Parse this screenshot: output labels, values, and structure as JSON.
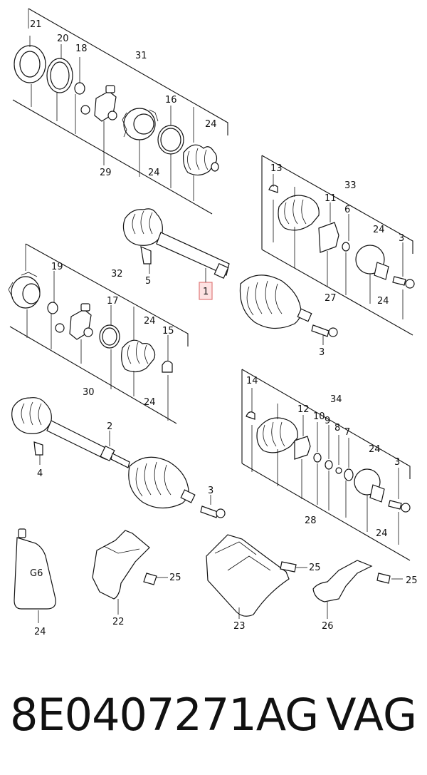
{
  "callouts": {
    "c21": "21",
    "c20": "20",
    "c18": "18",
    "c31": "31",
    "c16": "16",
    "c24a": "24",
    "c29": "29",
    "c24b": "24",
    "c13": "13",
    "c33": "33",
    "c11": "11",
    "c6": "6",
    "c24c": "24",
    "c3a": "3",
    "c27": "27",
    "c24d": "24",
    "c5": "5",
    "c1": "1",
    "c3b": "3",
    "c19": "19",
    "c32": "32",
    "c17": "17",
    "c24e": "24",
    "c15": "15",
    "c30": "30",
    "c24f": "24",
    "c14": "14",
    "c34": "34",
    "c12": "12",
    "c10": "10",
    "c9": "9",
    "c8": "8",
    "c7": "7",
    "c24g": "24",
    "c3c": "3",
    "c28": "28",
    "c24h": "24",
    "c2": "2",
    "c4": "4",
    "c3d": "3",
    "c25a": "25",
    "c25b": "25",
    "c25c": "25",
    "c24i": "24",
    "c22": "22",
    "c23": "23",
    "c26": "26",
    "tube": "G6"
  },
  "footer": {
    "part_number": "8E0407271AG",
    "brand": "VAG"
  },
  "colors": {
    "highlight_fill": "#fde2e2",
    "highlight_stroke": "#e07a7a"
  }
}
